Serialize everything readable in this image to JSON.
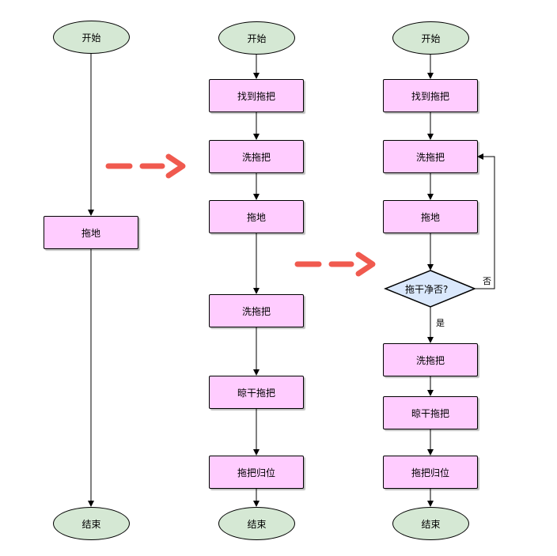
{
  "flow1": {
    "start": "开始",
    "mop": "拖地",
    "end": "结束"
  },
  "flow2": {
    "start": "开始",
    "find_mop": "找到拖把",
    "wash_mop_1": "洗拖把",
    "mop": "拖地",
    "wash_mop_2": "洗拖把",
    "dry_mop": "晾干拖把",
    "return_mop": "拖把归位",
    "end": "结束"
  },
  "flow3": {
    "start": "开始",
    "find_mop": "找到拖把",
    "wash_mop_1": "洗拖把",
    "mop": "拖地",
    "decision": "拖干净否?",
    "no_label": "否",
    "yes_label": "是",
    "wash_mop_2": "洗拖把",
    "dry_mop": "晾干拖把",
    "return_mop": "拖把归位",
    "end": "结束"
  },
  "colors": {
    "terminal_fill": "#d5e8d4",
    "process_fill": "#ffccff",
    "decision_fill": "#dae8fc",
    "transition_arrow": "#f05a4f"
  }
}
